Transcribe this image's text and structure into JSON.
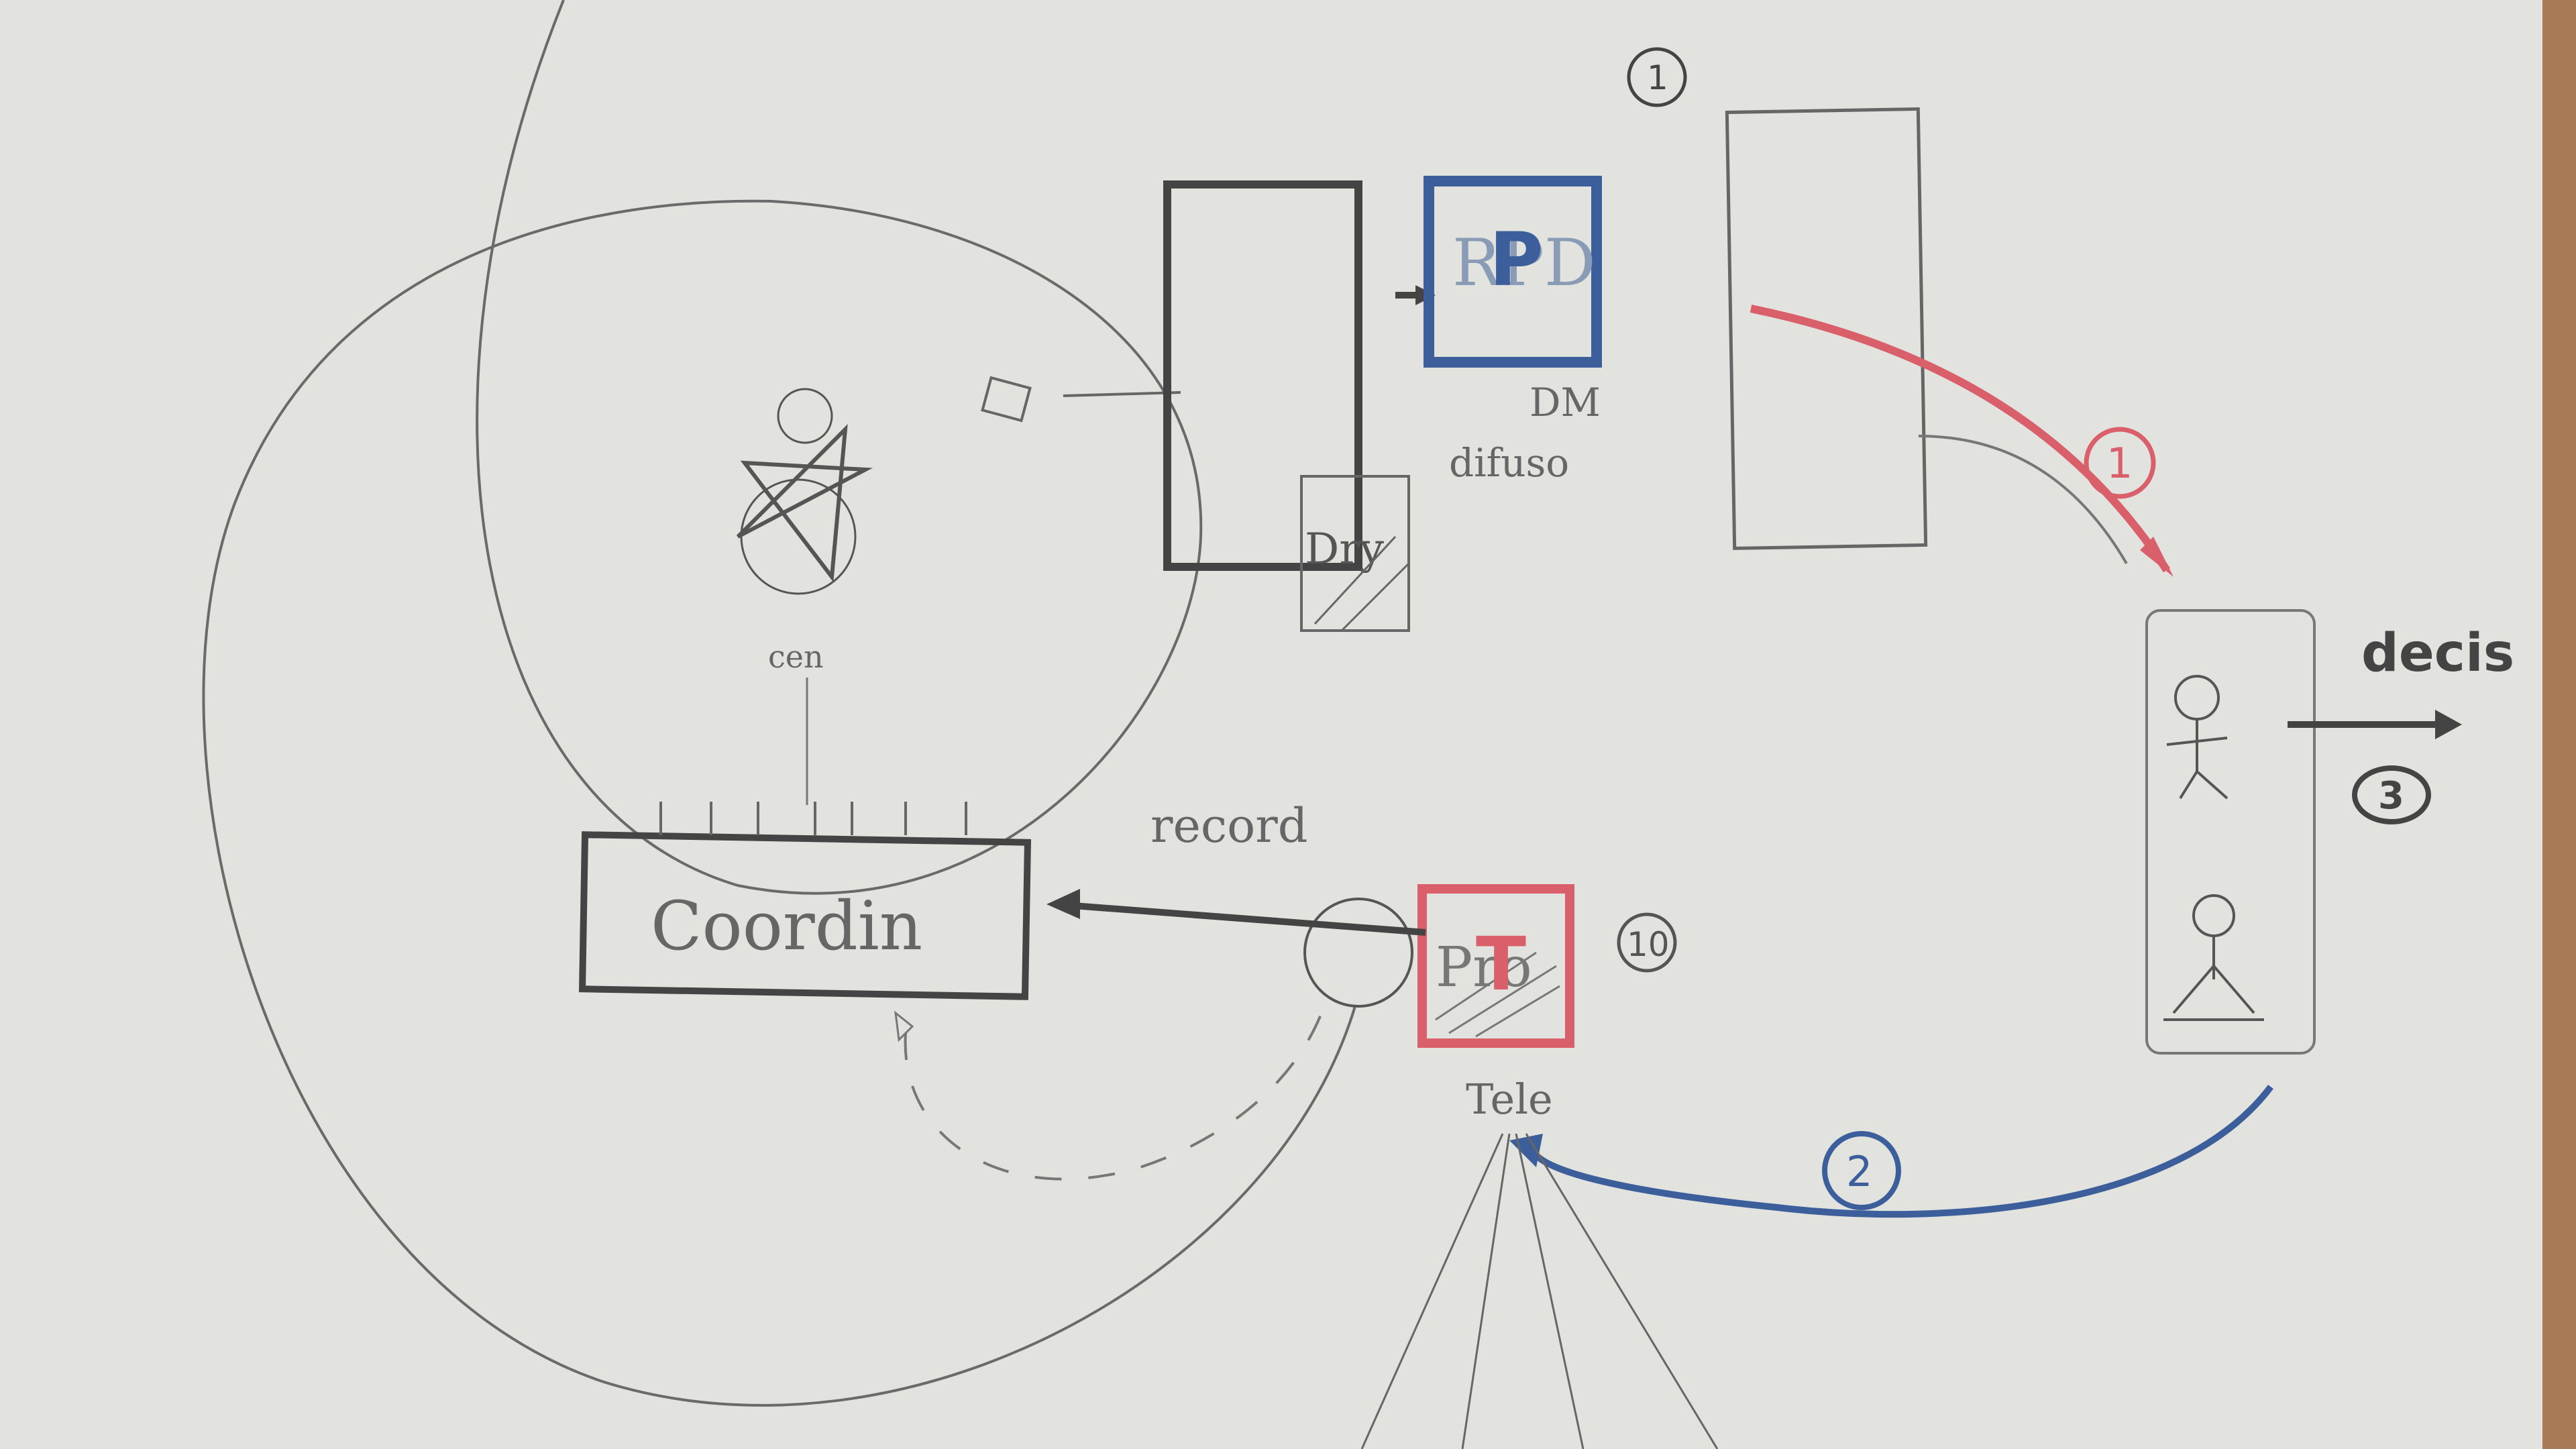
{
  "labels": {
    "circle_one_top": "1",
    "blue_box_letter": "P",
    "blue_box_scribble": "RPD",
    "dm_label_line1": "DM",
    "dm_label_line2": "difuso",
    "red_arrow_number": "1",
    "decision_label": "decis",
    "decision_number": "3",
    "coord_box_label": "Coordin",
    "record_label": "record",
    "red_box_letter": "T",
    "red_box_scribble": "Pro",
    "circle_ten": "10",
    "tele_label": "Tele",
    "blue_arrow_number": "2",
    "center_label": "cen",
    "small_box_scribble": "Dry"
  },
  "colors": {
    "paper": "#e4e5e1",
    "ink": "#4a4a4a",
    "thin_ink": "#5d5d5d",
    "red": "#d9606b",
    "blue": "#3c5f9c",
    "wood": "#a87a55"
  }
}
